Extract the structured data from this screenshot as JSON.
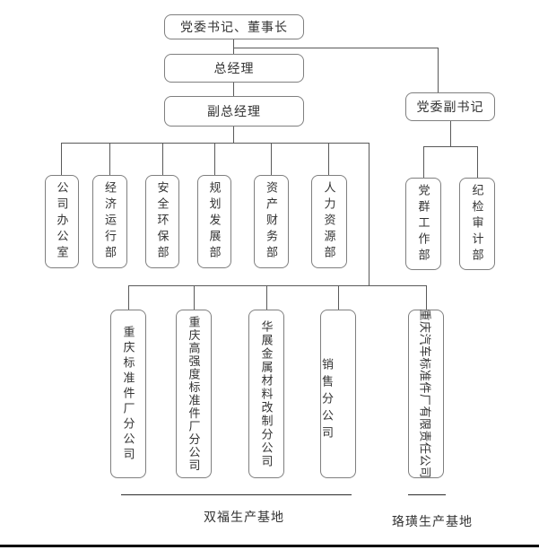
{
  "page": {
    "background": "#ffffff",
    "box_border_color": "#7f7f7f",
    "connector_color": "#595959",
    "text_color": "#333333",
    "bottom_rule_color": "#000000"
  },
  "chart": {
    "type": "org-chart",
    "executives": [
      {
        "label": "党委书记、董事长"
      },
      {
        "label": "总经理"
      },
      {
        "label": "副总经理"
      },
      {
        "label": "党委副书记"
      }
    ],
    "departments": [
      {
        "label": "公司办公室"
      },
      {
        "label": "经济运行部"
      },
      {
        "label": "安全环保部"
      },
      {
        "label": "规划发展部"
      },
      {
        "label": "资产财务部"
      },
      {
        "label": "人力资源部"
      }
    ],
    "party_departments": [
      {
        "label": "党群工作部"
      },
      {
        "label": "纪检审计部"
      }
    ],
    "subsidiaries": [
      {
        "label": "重庆标准件厂分公司"
      },
      {
        "label": "重庆高强度标准件厂分公司"
      },
      {
        "label": "华展金属材料改制分公司"
      },
      {
        "label": "销售分公司"
      },
      {
        "label": "重庆汽车标准件厂有限责任公司"
      }
    ],
    "production_bases": [
      {
        "label": "双福生产基地"
      },
      {
        "label": "珞璜生产基地"
      }
    ]
  }
}
